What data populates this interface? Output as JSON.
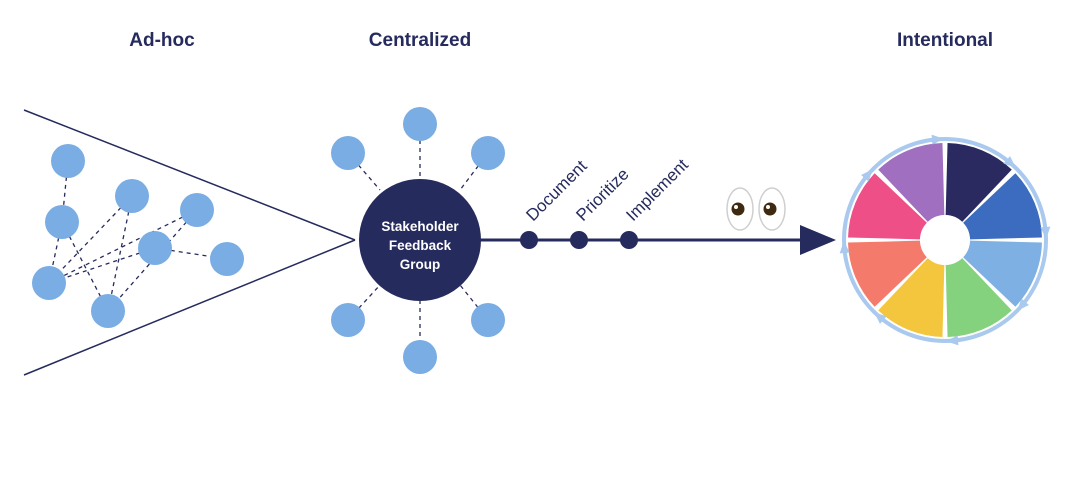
{
  "headings": {
    "adhoc": "Ad-hoc",
    "centralized": "Centralized",
    "intentional": "Intentional"
  },
  "hub": {
    "line1": "Stakeholder",
    "line2": "Feedback",
    "line3": "Group"
  },
  "steps": [
    "Document",
    "Prioritize",
    "Implement"
  ],
  "eyes_icon": "eyes-emoji-icon",
  "colors": {
    "navy": "#262b5e",
    "node_blue": "#79ade3",
    "cycle_arrows": "#a9c9ee",
    "wheel": [
      "#2a2a60",
      "#3c6cbf",
      "#7eb0e4",
      "#85d27e",
      "#f4c63d",
      "#f47b6b",
      "#ee4f87",
      "#a06fbf"
    ]
  }
}
